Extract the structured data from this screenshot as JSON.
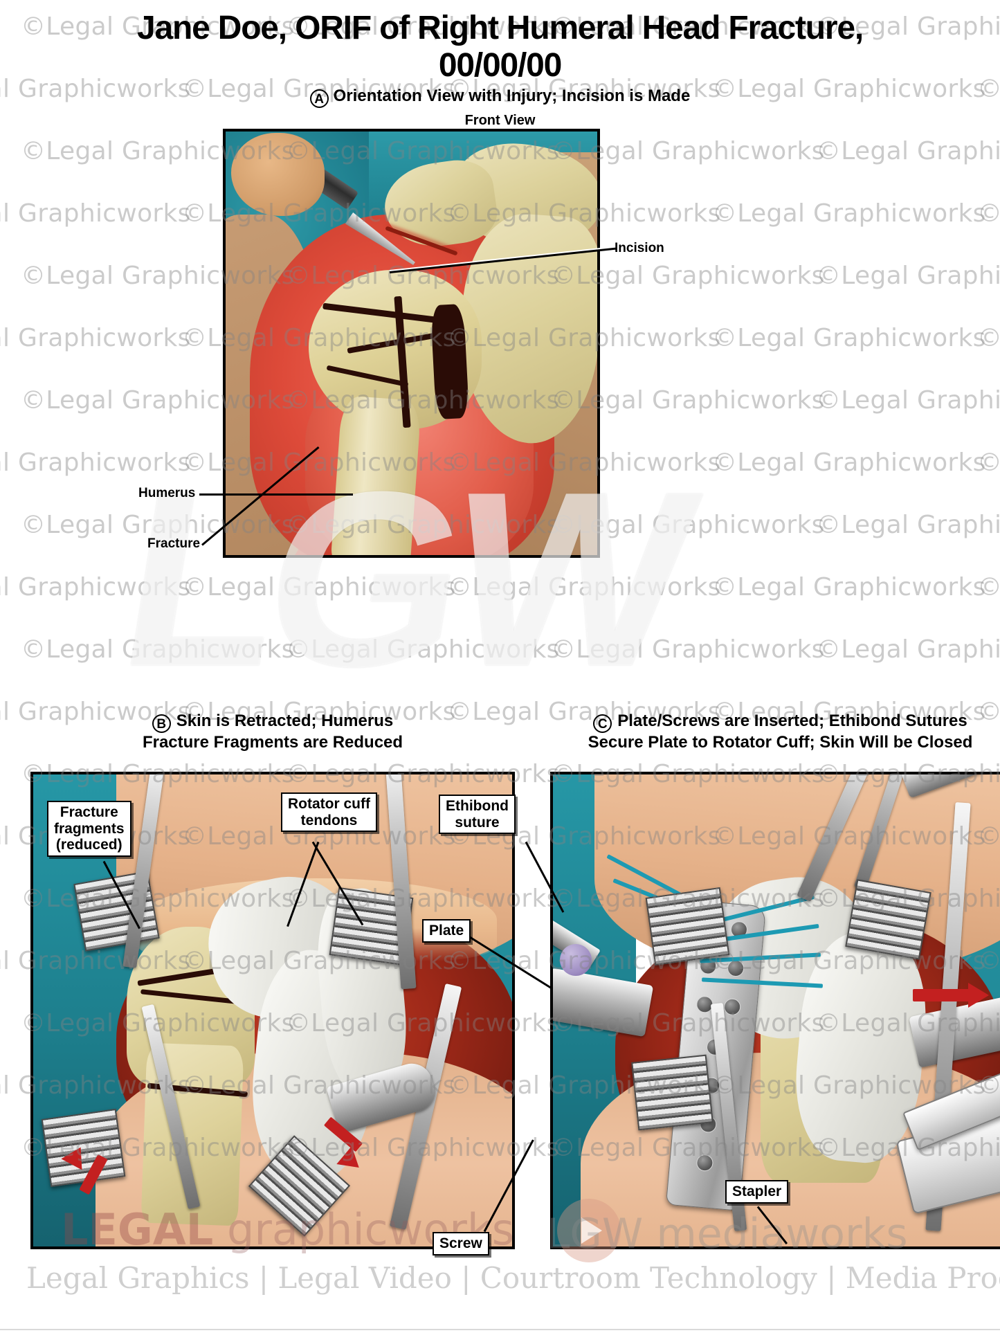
{
  "document": {
    "title": "Jane Doe, ORIF of Right Humeral Head Fracture, 00/00/00",
    "title_line1": "Jane Doe, ORIF of Right Humeral Head Fracture,",
    "title_line2": "00/00/00"
  },
  "panels": {
    "a": {
      "marker": "A",
      "caption": "Orientation View with Injury; Incision is Made",
      "view_label": "Front View",
      "labels": [
        {
          "key": "incision",
          "text": "Incision"
        },
        {
          "key": "fracture",
          "text": "Fracture"
        },
        {
          "key": "humerus",
          "text": "Humerus"
        }
      ]
    },
    "b": {
      "marker": "B",
      "caption_line1": "Skin is Retracted; Humerus",
      "caption_line2": "Fracture Fragments are Reduced",
      "labels": [
        {
          "key": "fracture-fragments",
          "line1": "Fracture",
          "line2": "fragments",
          "line3": "(reduced)"
        },
        {
          "key": "rotator-cuff-tendons",
          "line1": "Rotator cuff",
          "line2": "tendons"
        }
      ]
    },
    "c": {
      "marker": "C",
      "caption_line1": "Plate/Screws are Inserted; Ethibond Sutures",
      "caption_line2": "Secure Plate to Rotator Cuff; Skin Will be Closed",
      "labels": [
        {
          "key": "ethibond-suture",
          "line1": "Ethibond",
          "line2": "suture"
        },
        {
          "key": "plate",
          "line1": "Plate"
        },
        {
          "key": "screw",
          "line1": "Screw"
        },
        {
          "key": "stapler",
          "line1": "Stapler"
        }
      ]
    }
  },
  "watermarks": {
    "tile_text": "©Legal Graphicworks",
    "big_mark": "LGW",
    "brand_legal": "LEGAL",
    "brand_graphicworks": "graphicworks",
    "brand_lgw": "LGW mediaworks",
    "tagline": "Legal Graphics | Legal Video | Courtroom Technology | Media Production"
  },
  "colors": {
    "teal_drape": "#1d7e8c",
    "muscle_red": "#c13a24",
    "bone_ivory": "#ded29b",
    "skin": "#e5b189",
    "suture_teal": "#1d9ab3",
    "metal": "#b9b9b9",
    "arrow_red": "#c32020"
  }
}
